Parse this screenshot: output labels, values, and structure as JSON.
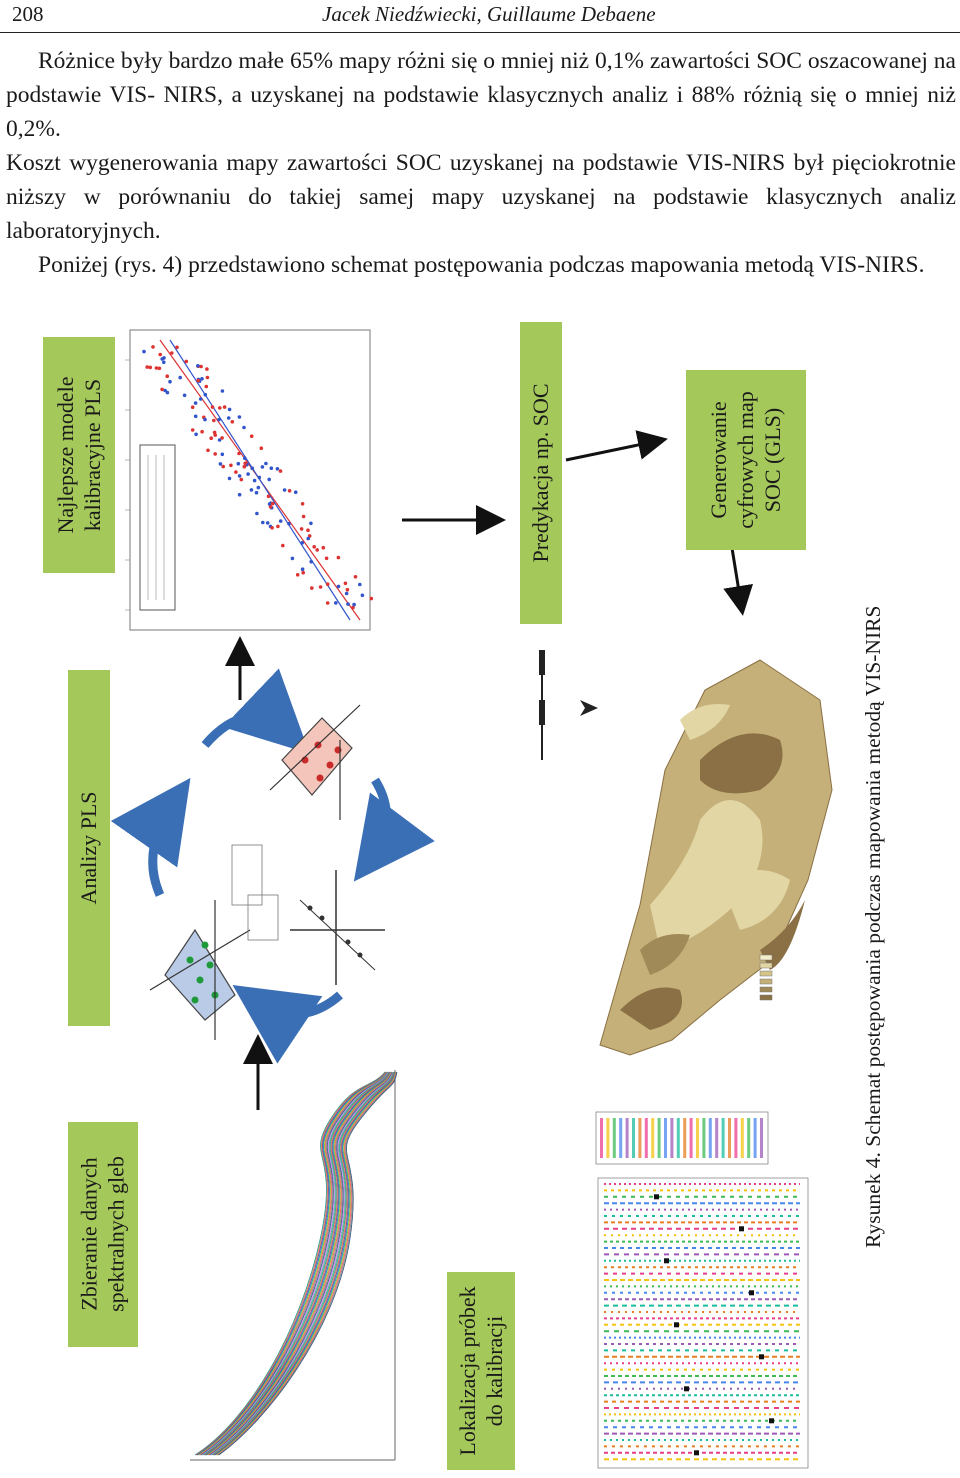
{
  "header": {
    "page_number": "208",
    "authors": "Jacek Niedźwiecki, Guillaume Debaene"
  },
  "body": {
    "paragraph_1": "Różnice były bardzo małe 65% mapy różni się o mniej niż 0,1% zawartości SOC oszacowanej na podstawie VIS- NIRS, a uzyskanej na podstawie klasycznych analiz i 88% różnią się o mniej niż 0,2%.",
    "paragraph_2": "Koszt wygenerowania mapy zawartości SOC uzyskanej na podstawie VIS-NIRS był pięciokrotnie niższy w porównaniu do takiej samej mapy uzyskanej na podstawie klasycznych analiz laboratoryjnych.",
    "paragraph_3": "Poniżej (rys. 4) przedstawiono schemat postępowania podczas mapowania metodą VIS-NIRS."
  },
  "figure": {
    "labels": {
      "best_models_line1": "Najlepsze modele",
      "best_models_line2": "kalibracyjne PLS",
      "pls_analysis": "Analizy PLS",
      "spectral_collection_line1": "Zbieranie danych",
      "spectral_collection_line2": "spektralnych gleb",
      "sample_location_line1": "Lokalizacja próbek",
      "sample_location_line2": "do kalibracji",
      "prediction": "Predykacja np. SOC",
      "map_generation_line1": "Generowanie",
      "map_generation_line2": "cyfrowych map",
      "map_generation_line3": "SOC (GLS)"
    },
    "caption": "Rysunek 4. Schemat postępowania podczas mapowania metodą VIS-NIRS",
    "colors": {
      "label_box": "#a5c85b",
      "arrow": "#111111",
      "cycle_arrow": "#3a6fb5",
      "map_light": "#e2d6a4",
      "map_mid": "#c4b078",
      "map_dark": "#8a7044"
    }
  }
}
